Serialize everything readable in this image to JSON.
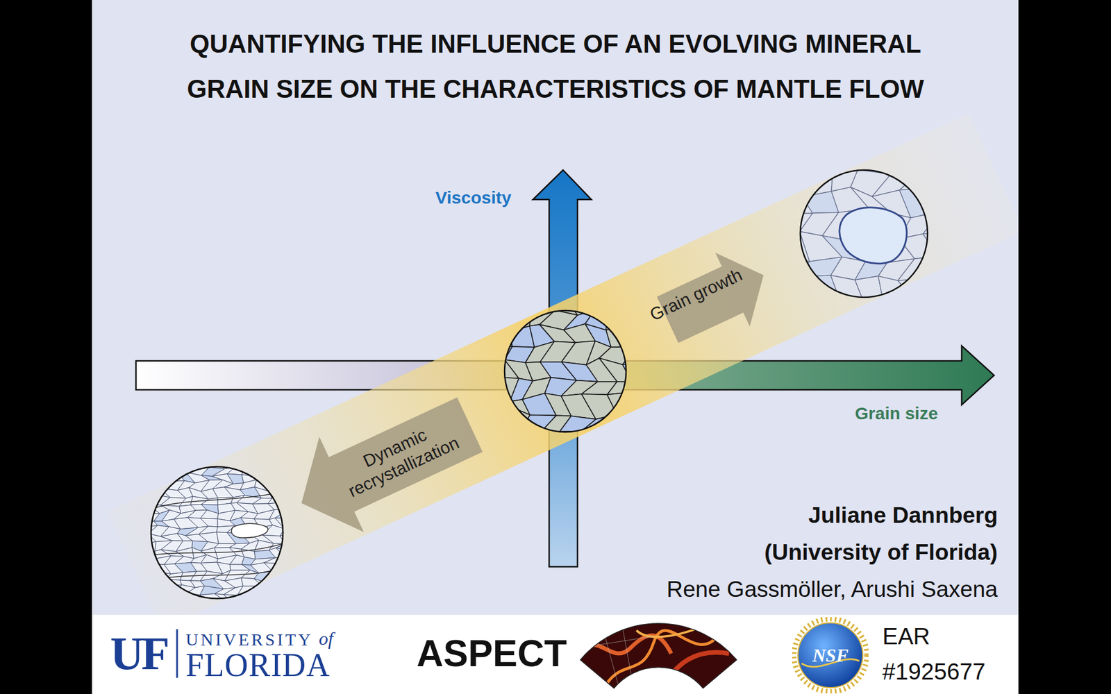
{
  "diagram": {
    "title": "QUANTIFYING THE INFLUENCE OF AN EVOLVING MINERAL GRAIN SIZE ON THE CHARACTERISTICS OF MANTLE FLOW",
    "nodes": [
      {
        "text": [
          "Grain growth"
        ]
      },
      {
        "text": [
          "Dynamic recrystallization"
        ]
      },
      {
        "text": [
          "NSF"
        ]
      }
    ],
    "labels": [
      "Viscosity",
      "Grain size",
      "Juliane Dannberg",
      "(University of Florida)",
      "Rene Gassmöller, Arushi Saxena",
      "UF",
      "UNIVERSITY",
      "of",
      "FLORIDA",
      "ASPECT",
      "EAR",
      "#1925677"
    ]
  }
}
